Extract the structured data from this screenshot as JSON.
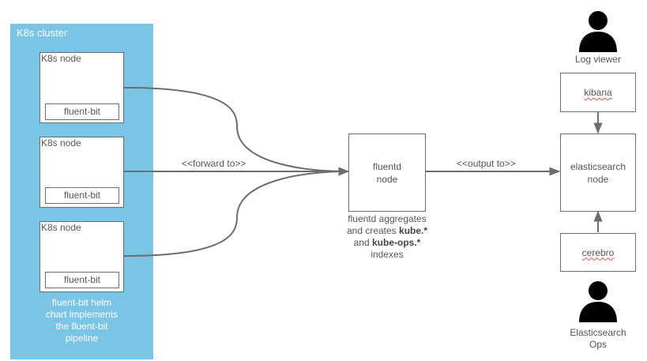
{
  "cluster": {
    "title": "K8s cluster",
    "nodes": [
      {
        "title": "K8s node",
        "agent": "fluent-bit"
      },
      {
        "title": "K8s node",
        "agent": "fluent-bit"
      },
      {
        "title": "K8s node",
        "agent": "fluent-bit"
      }
    ],
    "helm_note": [
      "fluent-bit helm",
      "chart implements",
      "the fluent-bit",
      "pipeline"
    ]
  },
  "edges": {
    "forward_label": "<<forward to>>",
    "output_label": "<<output to>>"
  },
  "fluentd": {
    "line1": "fluentd",
    "line2": "node",
    "note": {
      "line1": "fluentd aggregates",
      "line2_prefix": "and creates ",
      "line2_bold": "kube.*",
      "line3_prefix": "and ",
      "line3_bold": "kube-ops.*",
      "line4": "indexes"
    }
  },
  "elasticsearch": {
    "line1": "elasticsearch",
    "line2": "node"
  },
  "kibana": {
    "label": "kibana"
  },
  "cerebro": {
    "label": "cerebro"
  },
  "actors": {
    "log_viewer": "Log viewer",
    "es_ops_line1": "Elasticsearch",
    "es_ops_line2": "Ops"
  },
  "colors": {
    "cluster_bg": "#7ac4e6",
    "line": "#6d6d6d",
    "text": "#555555"
  }
}
